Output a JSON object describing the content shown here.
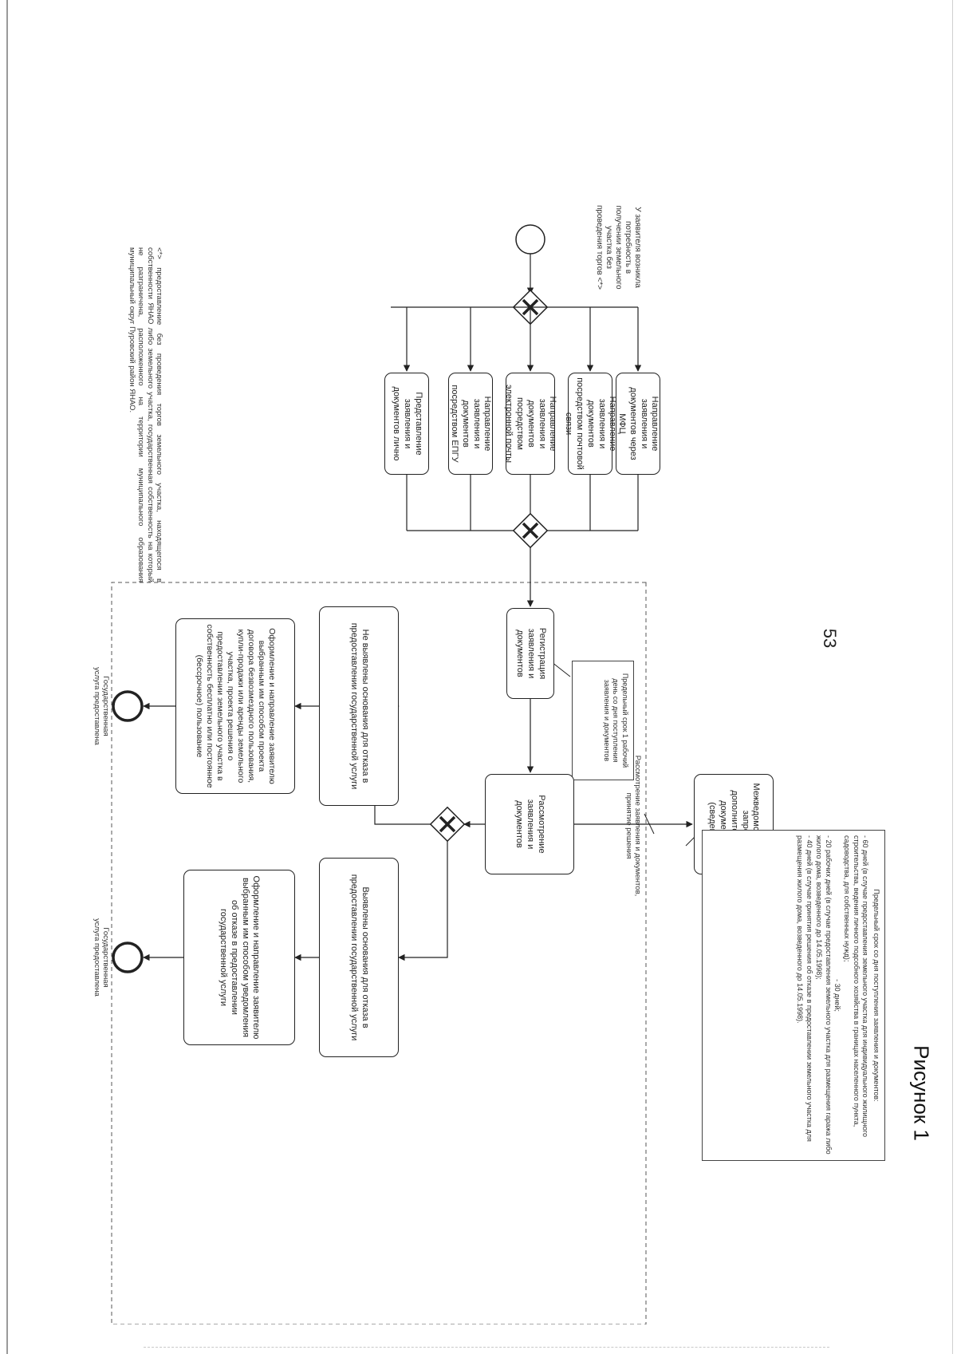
{
  "page_number": "53",
  "figure_label": "Рисунок 1",
  "diagram": {
    "start_note": "У заявителя возникла потребность в получении земельного участка без проведения торгов <*>",
    "channels": [
      "Направление заявления и документов через МФЦ",
      "Направление заявления и документов посредством почтовой связи",
      "Направление заявления и документов посредством электронной почты",
      "Направление заявления и документов посредством ЕПГУ",
      "Представление заявления и документов лично"
    ],
    "registration": "Регистрация заявления и документов",
    "registration_note": "Предельный срок 1 рабочий день со дня поступления заявления и документов",
    "review_area_label": "Рассмотрение заявления и документов, принятие решения",
    "review": "Рассмотрение заявления и документов",
    "interagency": "Межведомственный запрос дополнительных документов (сведений)",
    "branch_no_grounds": "Не выявлены основания для отказа в предоставлении государственной услуги",
    "branch_grounds": "Выявлены основания для отказа в предоставлении государственной услуги",
    "result_positive": "Оформление и направление заявителю выбранным им способом проекта договора безвозмездного пользования, купли-продажи или аренды земельного участка, проекта решения о предоставлении земельного участка в собственность бесплатно или постоянное (бессрочное) пользование",
    "result_negative": "Оформление и направление заявителю выбранным им способом уведомления об отказе в предоставлении государственной услуги",
    "end_positive": "Государственная услуга предоставлена",
    "end_negative": "Государственная услуга предоставлена",
    "deadline_note": {
      "title": "Предельный срок со дня поступления заявления и документов:",
      "items": [
        "- 60 дней (в случае предоставления земельного участка для индивидуального жилищного строительства, ведения личного подсобного хозяйства в границах населенного пункта, садоводства, для собственных нужд);",
        "- 30 дней;",
        "- 20 рабочих дней (в случае предоставления земельного участка для размещения гаража либо жилого дома, возведенного до 14.05.1998);",
        "- 40 дней (в случае принятия решения об отказе в предоставлении земельного участка для размещения жилого дома, возведенного до 14.05.1998)."
      ]
    },
    "footnote": "<*> предоставление без проведения торгов земельного участка, находящегося в собственности ЯНАО либо земельного участка, государственная собственность на который не разграничена, расположенного на территории муниципального образования муниципальный округ Пуровский район ЯНАО."
  }
}
